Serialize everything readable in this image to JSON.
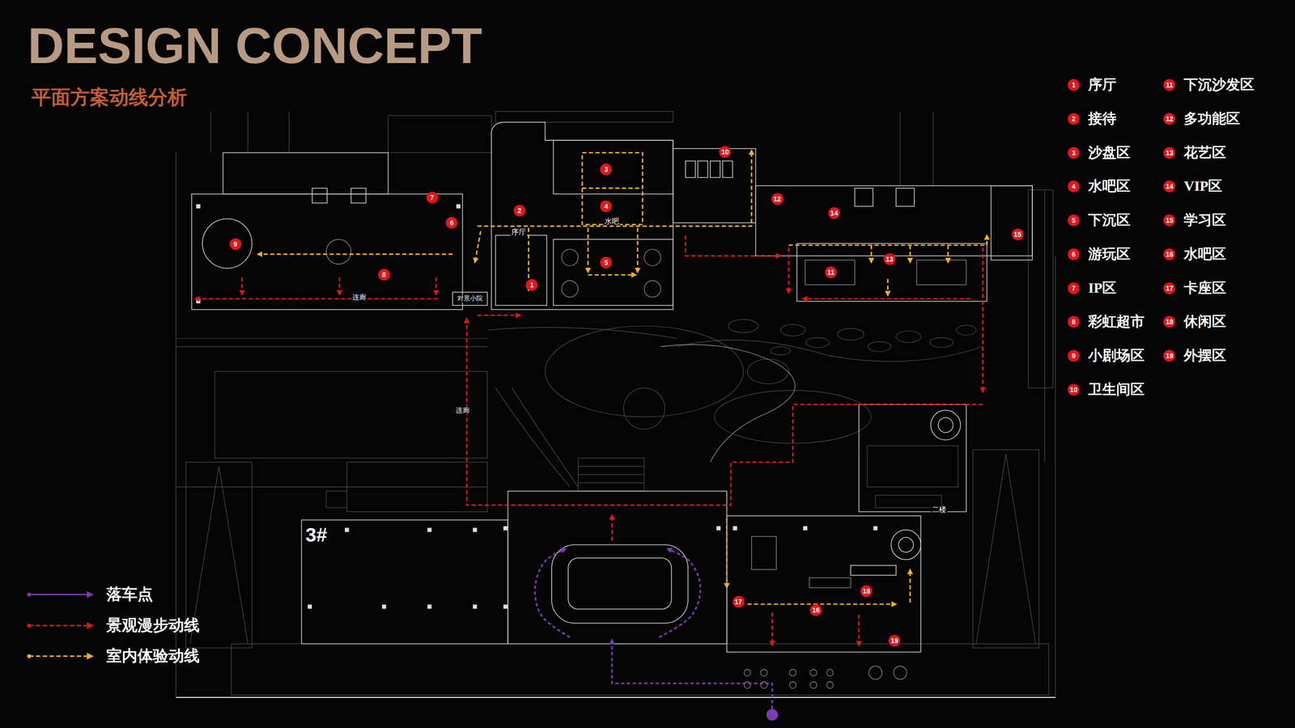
{
  "diagram": {
    "title": "DESIGN CONCEPT",
    "nodes": [
      {
        "text": [
          "1",
          "序厅"
        ]
      },
      {
        "text": [
          "2",
          "接待"
        ]
      },
      {
        "text": [
          "3",
          "沙盘区"
        ]
      },
      {
        "text": [
          "4",
          "水吧区"
        ]
      },
      {
        "text": [
          "5",
          "下沉区"
        ]
      },
      {
        "text": [
          "6",
          "游玩区"
        ]
      },
      {
        "text": [
          "7",
          "IP区"
        ]
      },
      {
        "text": [
          "8",
          "彩虹超市"
        ]
      },
      {
        "text": [
          "9",
          "小剧场区"
        ]
      },
      {
        "text": [
          "10",
          "卫生间区"
        ]
      },
      {
        "text": [
          "11",
          "下沉沙发区"
        ]
      },
      {
        "text": [
          "12",
          "多功能区"
        ]
      },
      {
        "text": [
          "13",
          "花艺区"
        ]
      },
      {
        "text": [
          "14",
          "VIP区"
        ]
      },
      {
        "text": [
          "15",
          "学习区"
        ]
      },
      {
        "text": [
          "16",
          "水吧区"
        ]
      },
      {
        "text": [
          "17",
          "卡座区"
        ]
      },
      {
        "text": [
          "18",
          "休闲区"
        ]
      },
      {
        "text": [
          "19",
          "外摆区"
        ]
      },
      {
        "text": [
          "1"
        ]
      },
      {
        "text": [
          "2"
        ]
      },
      {
        "text": [
          "3"
        ]
      },
      {
        "text": [
          "4"
        ]
      },
      {
        "text": [
          "5"
        ]
      },
      {
        "text": [
          "6"
        ]
      },
      {
        "text": [
          "7"
        ]
      },
      {
        "text": [
          "8"
        ]
      },
      {
        "text": [
          "9"
        ]
      },
      {
        "text": [
          "10"
        ]
      },
      {
        "text": [
          "11"
        ]
      },
      {
        "text": [
          "12"
        ]
      },
      {
        "text": [
          "13"
        ]
      },
      {
        "text": [
          "14"
        ]
      },
      {
        "text": [
          "15"
        ]
      },
      {
        "text": [
          "16"
        ]
      },
      {
        "text": [
          "17"
        ]
      },
      {
        "text": [
          "18"
        ]
      },
      {
        "text": [
          "19"
        ]
      }
    ],
    "labels": [
      "平面方案动线分析",
      "水吧",
      "序厅",
      "对景小院",
      "连廊",
      "连廊",
      "3#",
      "二楼"
    ],
    "legend": [
      {
        "text": "落车点"
      },
      {
        "text": "景观漫步动线"
      },
      {
        "text": "室内体验动线"
      }
    ]
  }
}
